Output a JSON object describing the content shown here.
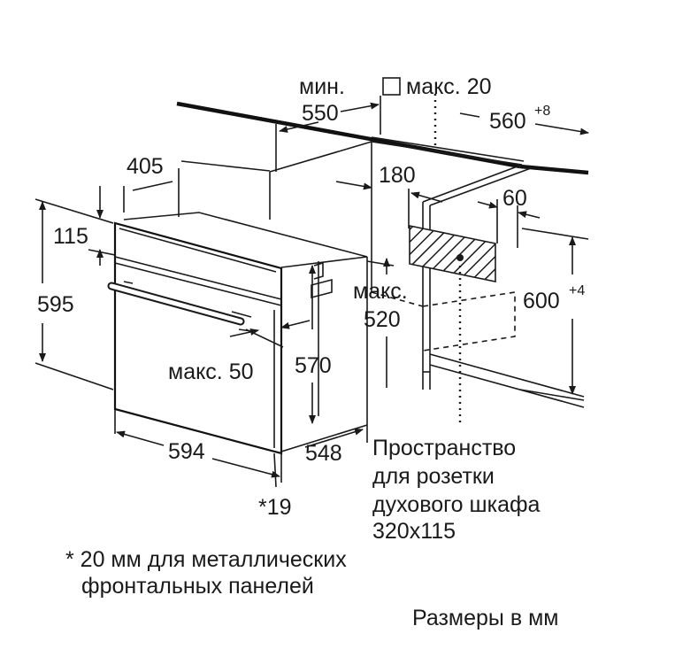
{
  "dimensions": {
    "min_label": "мин.",
    "min_value": "550",
    "max20": "макс. 20",
    "width_560": "560",
    "width_560_tol": "+8",
    "depth_405": "405",
    "d_180": "180",
    "d_60": "60",
    "h_115": "115",
    "h_595": "595",
    "max_label": "макс.",
    "max_520": "520",
    "h_600": "600",
    "h_600_tol": "+4",
    "max50": "макс. 50",
    "h_570": "570",
    "w_594": "594",
    "w_548": "548",
    "note_19": "*19"
  },
  "socket_caption": {
    "line1": "Пространство",
    "line2": "для розетки",
    "line3": "духового шкафа",
    "line4": "320x115"
  },
  "footnote": {
    "line1": "* 20 мм для металлических",
    "line2": "фронтальных панелей"
  },
  "units_note": "Размеры в мм",
  "icons": [
    "arrow-icon",
    "square-icon",
    "hatch-pattern"
  ]
}
